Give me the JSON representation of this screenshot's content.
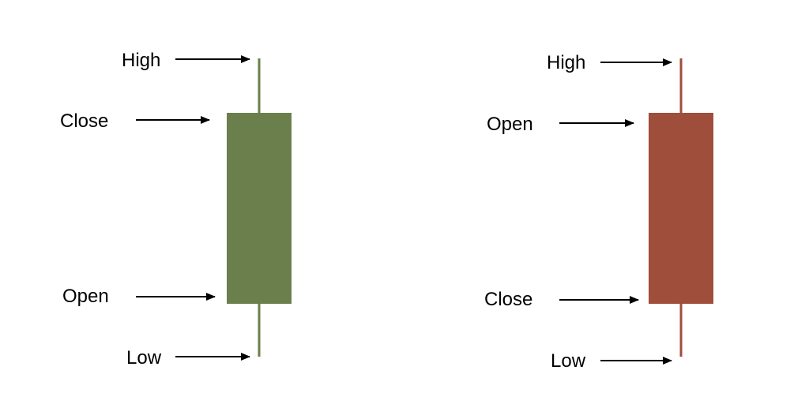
{
  "colors": {
    "bullish": "#6A7F4C",
    "bearish": "#9E4E3B",
    "arrow": "#000000",
    "text": "#000000",
    "background": "#FFFFFF"
  },
  "candles": [
    {
      "name": "bullish-candle",
      "color_key": "bullish",
      "labels": {
        "high": "High",
        "close": "Close",
        "open": "Open",
        "low": "Low"
      }
    },
    {
      "name": "bearish-candle",
      "color_key": "bearish",
      "labels": {
        "high": "High",
        "open": "Open",
        "close": "Close",
        "low": "Low"
      }
    }
  ]
}
